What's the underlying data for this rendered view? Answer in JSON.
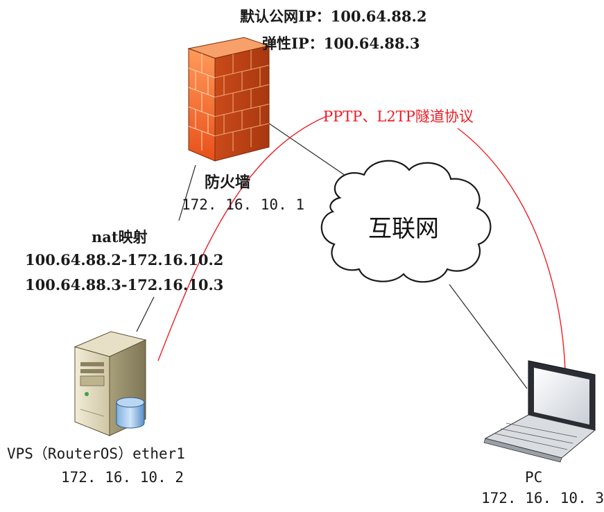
{
  "firewall": {
    "default_ip_label": "默认公网IP：100.64.88.2",
    "elastic_ip_label": "弹性IP：100.64.88.3",
    "name": "防火墙",
    "ip": "172. 16. 10. 1"
  },
  "tunnel": {
    "label": "PPTP、L2TP隧道协议"
  },
  "internet": {
    "label": "互联网"
  },
  "nat": {
    "title": "nat映射",
    "mappings": [
      "100.64.88.2-172.16.10.2",
      "100.64.88.3-172.16.10.3"
    ]
  },
  "vps": {
    "name": "VPS（RouterOS）ether1",
    "ip": "172. 16. 10. 2"
  },
  "pc": {
    "name": "PC",
    "ip": "172. 16. 10. 3"
  },
  "colors": {
    "tunnel": "#ee1c24",
    "brick": "#f26a2e",
    "line": "#333333"
  }
}
